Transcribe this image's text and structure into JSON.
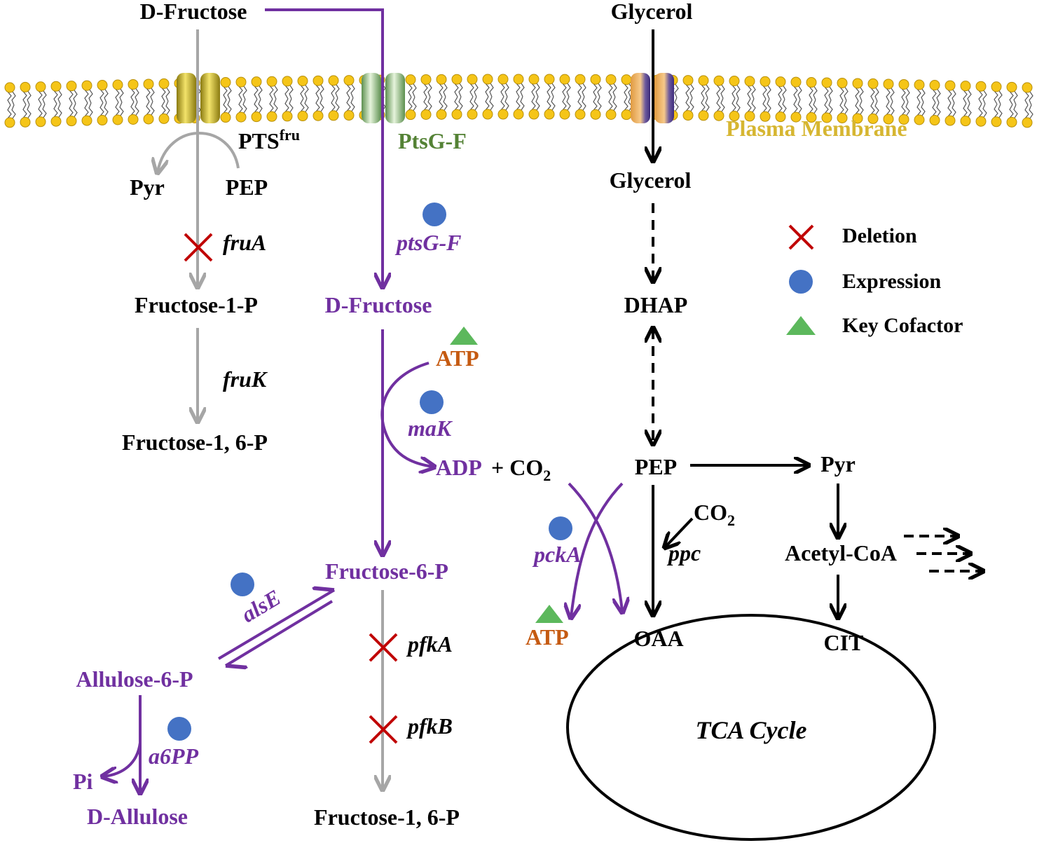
{
  "colors": {
    "black": "#000000",
    "purple": "#7030a0",
    "gray": "#a6a6a6",
    "orange": "#c55a11",
    "green_label": "#548235",
    "membrane_label": "#d6b631",
    "deletion": "#c00000",
    "expression": "#4472c4",
    "cofactor": "#5cb85c",
    "lipid_head": "#f5c518"
  },
  "labels": {
    "d_fructose_top": "D-Fructose",
    "glycerol_top": "Glycerol",
    "pts_fru": "PTS",
    "pts_fru_sup": "fru",
    "ptsg_f_transporter": "PtsG-F",
    "plasma_membrane": "Plasma Membrane",
    "pyr_left": "Pyr",
    "pep_left": "PEP",
    "fruA": "fruA",
    "fructose_1_p": "Fructose-1-P",
    "fruK": "fruK",
    "fructose_16_p_left": "Fructose-1, 6-P",
    "ptsg_f_gene": "ptsG-F",
    "d_fructose_mid": "D-Fructose",
    "atp_top": "ATP",
    "mak": "maK",
    "adp": "ADP",
    "plus_co2": "+ CO",
    "co2_sub": "2",
    "fructose_6_p": "Fructose-6-P",
    "alsE": "alsE",
    "allulose_6_p": "Allulose-6-P",
    "a6pp": "a6PP",
    "pi": "Pi",
    "d_allulose": "D-Allulose",
    "pfkA": "pfkA",
    "pfkB": "pfkB",
    "fructose_16_p_bottom": "Fructose-1, 6-P",
    "glycerol_mid": "Glycerol",
    "dhap": "DHAP",
    "pep_mid": "PEP",
    "pyr_right": "Pyr",
    "co2_ppc": "CO",
    "co2_ppc_sub": "2",
    "ppc": "ppc",
    "pckA": "pckA",
    "atp_bottom": "ATP",
    "oaa": "OAA",
    "acetyl_coa": "Acetyl-CoA",
    "cit": "CIT",
    "tca_cycle": "TCA Cycle"
  },
  "legend": {
    "deletion": "Deletion",
    "expression": "Expression",
    "key_cofactor": "Key Cofactor"
  }
}
